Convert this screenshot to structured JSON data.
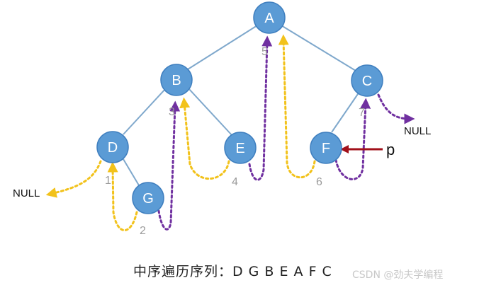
{
  "nodes": [
    {
      "id": "A",
      "label": "A"
    },
    {
      "id": "B",
      "label": "B"
    },
    {
      "id": "C",
      "label": "C"
    },
    {
      "id": "D",
      "label": "D"
    },
    {
      "id": "E",
      "label": "E"
    },
    {
      "id": "F",
      "label": "F"
    },
    {
      "id": "G",
      "label": "G"
    }
  ],
  "edges": [
    [
      "A",
      "B"
    ],
    [
      "A",
      "C"
    ],
    [
      "B",
      "D"
    ],
    [
      "B",
      "E"
    ],
    [
      "C",
      "F"
    ],
    [
      "D",
      "G"
    ]
  ],
  "steps": [
    "1",
    "2",
    "3",
    "4",
    "5",
    "6",
    "7"
  ],
  "null_left": "NULL",
  "null_right": "NULL",
  "pointer_label": "p",
  "caption": "中序遍历序列：D G B E A F C",
  "watermark": "CSDN @劲夫学编程",
  "colors": {
    "node_fill": "#5b9bd5",
    "edge": "#7fa8cc",
    "thread_yellow": "#f2c21b",
    "thread_purple": "#7030a0",
    "pointer": "#a1101a"
  }
}
